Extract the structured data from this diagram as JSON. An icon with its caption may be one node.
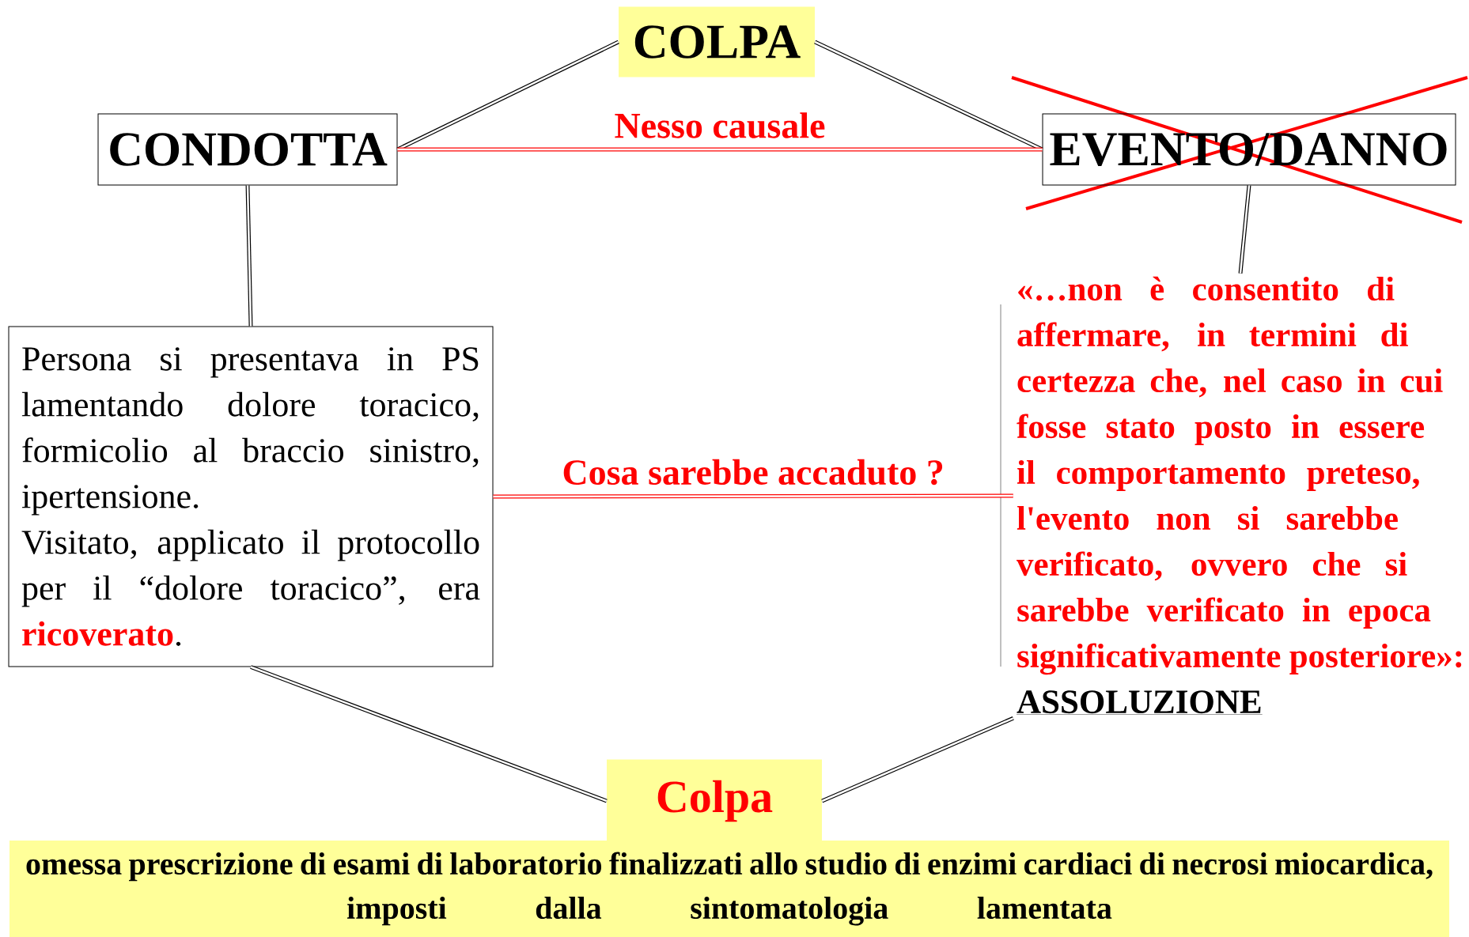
{
  "diagram": {
    "nodes": [
      {
        "text": [
          "COLPA"
        ]
      },
      {
        "text": [
          "CONDOTTA"
        ]
      },
      {
        "text": [
          "EVENTO/DANNO"
        ]
      },
      {
        "text": [
          "Persona si presentava in PS lamentando dolore toracico, formicolio al braccio sinistro, ipertensione.",
          "Visitato, applicato il protocollo per il “dolore toracico”, era **ricoverato**."
        ]
      },
      {
        "text": [
          "«…non è consentito di affermare, in termini di certezza che, nel caso in cui fosse stato posto in essere il comportamento preteso, l'evento non si sarebbe verificato, ovvero che si sarebbe verificato in epoca significativamente posteriore»:",
          "ASSOLUZIONE"
        ]
      },
      {
        "text": [
          "Colpa"
        ]
      },
      {
        "text": [
          "omessa prescrizione di esami di laboratorio finalizzati allo studio di enzimi cardiaci di necrosi miocardica, imposti dalla sintomatologia lamentata"
        ]
      }
    ],
    "edges": [
      {
        "from": 0,
        "to": 1,
        "arrow": "none"
      },
      {
        "from": 0,
        "to": 2,
        "arrow": "none"
      },
      {
        "from": 1,
        "to": 2,
        "arrow": "none",
        "label": "Nesso causale",
        "color": "#ff0000"
      },
      {
        "from": 1,
        "to": 3,
        "arrow": "none"
      },
      {
        "from": 2,
        "to": 4,
        "arrow": "none"
      },
      {
        "from": 3,
        "to": 4,
        "arrow": "none",
        "label": "Cosa sarebbe accaduto ?",
        "color": "#ff0000"
      },
      {
        "from": 3,
        "to": 5,
        "arrow": "none"
      },
      {
        "from": 4,
        "to": 5,
        "arrow": "none"
      }
    ]
  }
}
